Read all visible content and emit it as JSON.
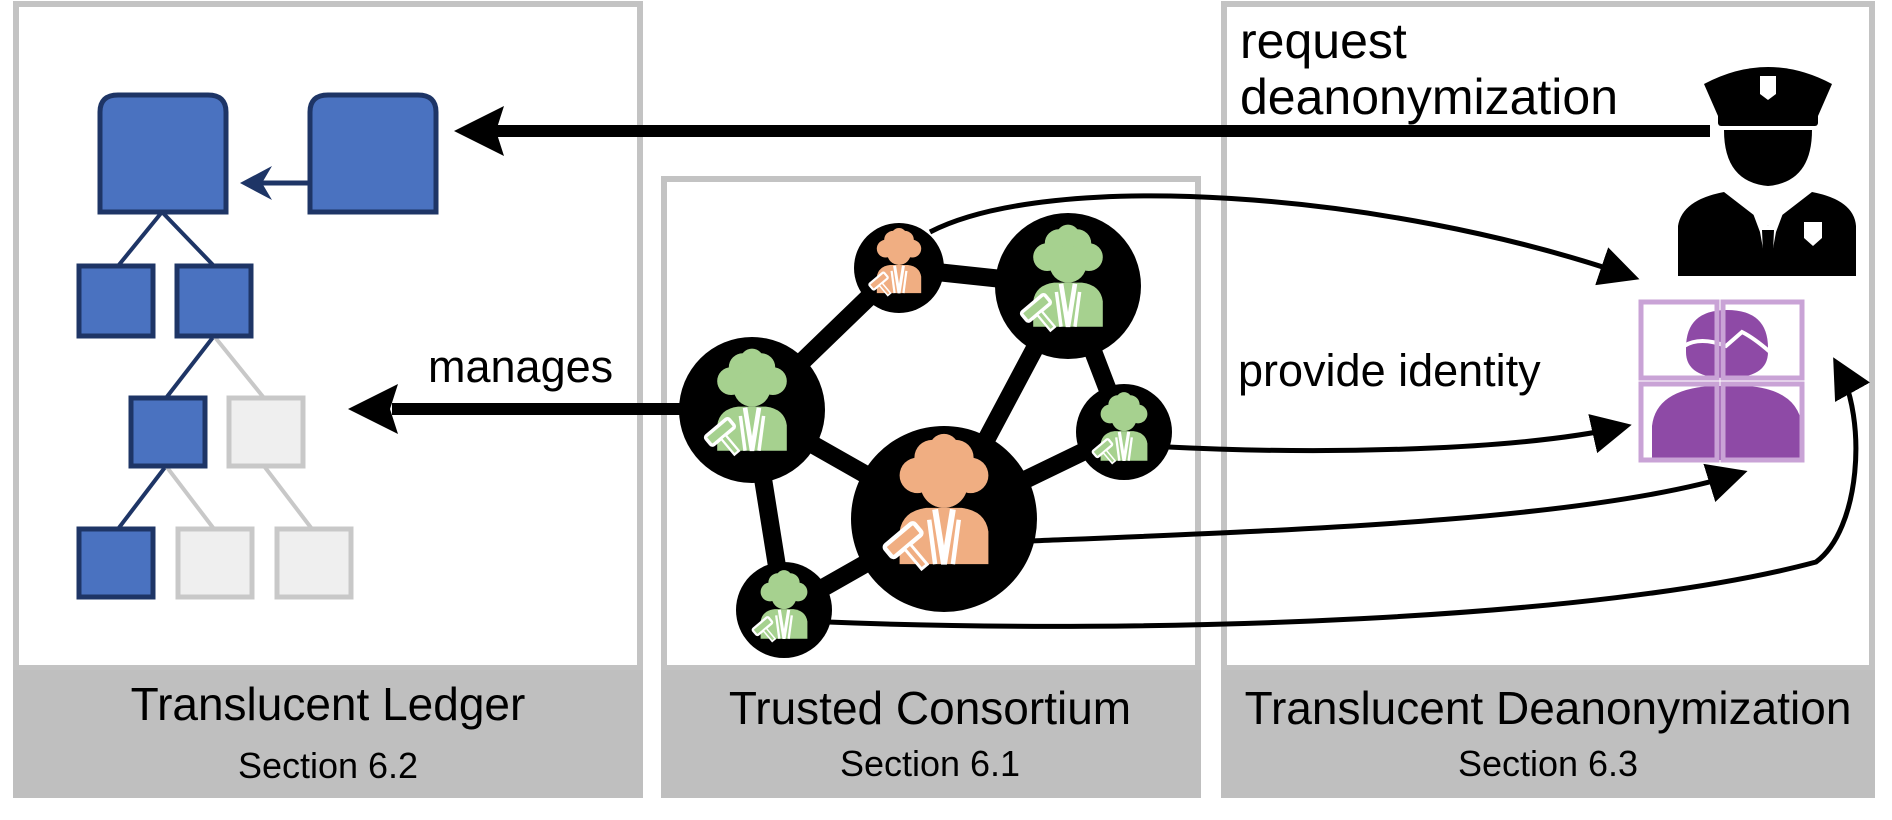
{
  "panels": {
    "ledger": {
      "title": "Translucent Ledger",
      "section": "Section 6.2"
    },
    "consortium": {
      "title": "Trusted Consortium",
      "section": "Section 6.1"
    },
    "deanonymization": {
      "title": "Translucent Deanonymization",
      "section": "Section 6.3"
    }
  },
  "edge_labels": {
    "request": [
      "request",
      "deanonymization"
    ],
    "manages": "manages",
    "provide_identity": "provide identity"
  },
  "icons": {
    "police": "police-officer-icon",
    "identity": "masked-identity-icon",
    "member": "consortium-member-icon"
  },
  "colors": {
    "ledger_block": "#4a72c0",
    "ledger_block_border": "#1e3566",
    "ledger_empty": "#efefef",
    "panel_border": "#c3c3c3",
    "caption_bg": "#bfbfbf",
    "member_green": "#a6d18f",
    "member_orange": "#f0ae82",
    "identity_purple": "#8e4aa6",
    "identity_frame": "#c9a3d6"
  }
}
